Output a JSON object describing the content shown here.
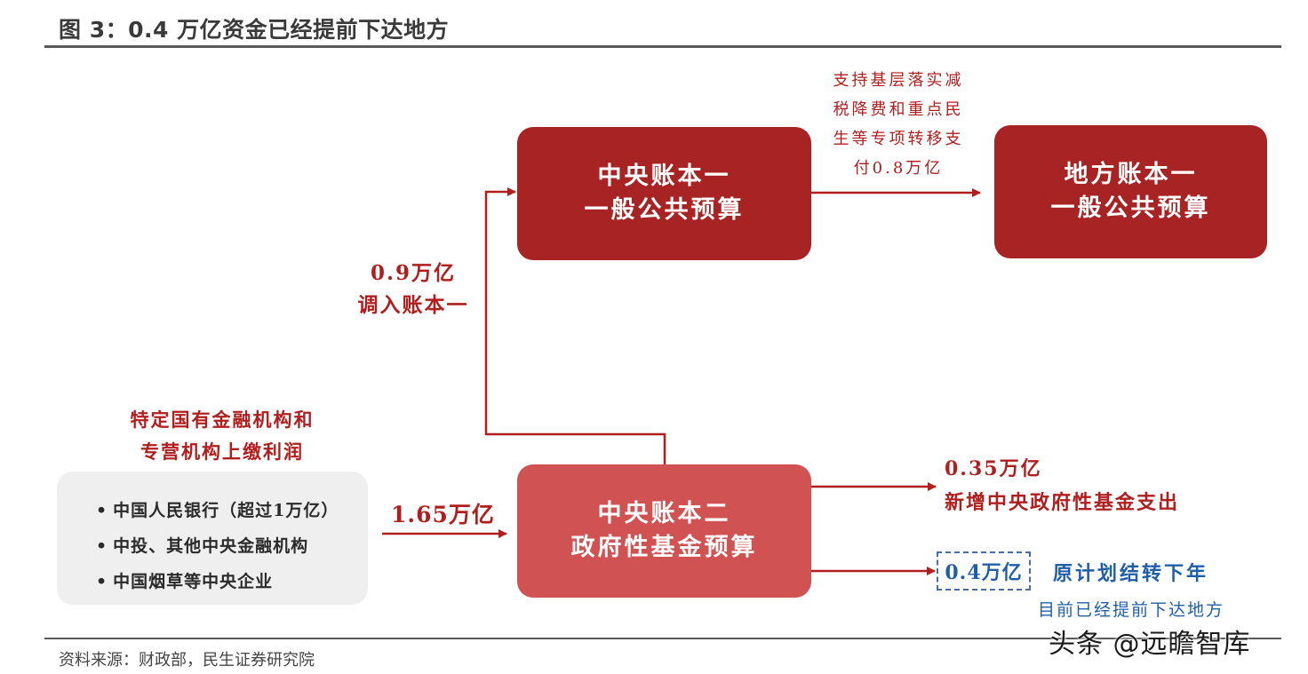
{
  "title": "图 3：0.4 万亿资金已经提前下达地方",
  "source": "资料来源：财政部，民生证券研究院",
  "watermark": "头条 @远瞻智库",
  "boxes": {
    "central_account1": {
      "line1": "中央账本一",
      "line2": "一般公共预算"
    },
    "local_account1": {
      "line1": "地方账本一",
      "line2": "一般公共预算"
    },
    "central_account2": {
      "line1": "中央账本二",
      "line2": "政府性基金预算"
    }
  },
  "source_group": {
    "heading_line1": "特定国有金融机构和",
    "heading_line2": "专营机构上缴利润",
    "items": [
      "中国人民银行（超过1万亿）",
      "中投、其他中央金融机构",
      "中国烟草等中央企业"
    ]
  },
  "flows": {
    "into_account2": "1.65万亿",
    "to_account1_amount": "0.9万亿",
    "to_account1_desc": "调入账本一",
    "transfer_desc_lines": [
      "支持基层落实减",
      "税降费和重点民",
      "生等专项转移支",
      "付0.8万亿"
    ],
    "new_fund_amount": "0.35万亿",
    "new_fund_desc": "新增中央政府性基金支出",
    "carryover_amount": "0.4万亿",
    "carryover_desc": "原计划结转下年",
    "carryover_note": "目前已经提前下达地方"
  },
  "colors": {
    "dark_red": "#a82424",
    "light_red": "#d05252",
    "arrow_red": "#b01e1e",
    "blue": "#1f5faa",
    "gray_panel": "#efefef"
  }
}
